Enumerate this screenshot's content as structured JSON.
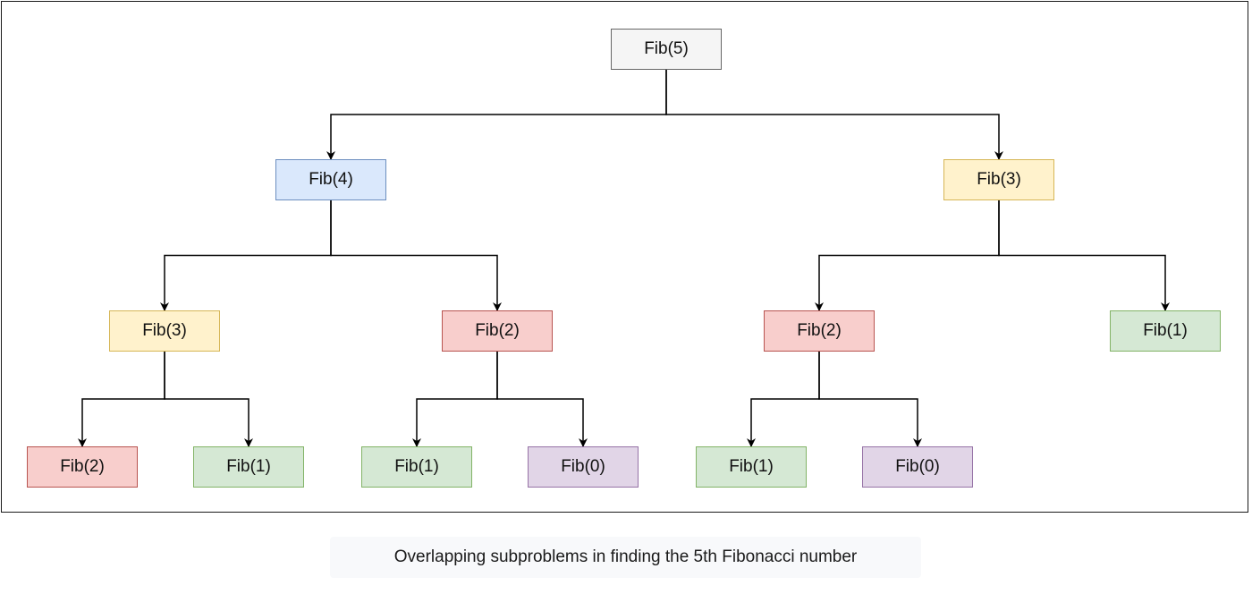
{
  "diagram": {
    "nodes": [
      {
        "id": "n5",
        "label": "Fib(5)",
        "color": "gray"
      },
      {
        "id": "n4",
        "label": "Fib(4)",
        "color": "blue"
      },
      {
        "id": "n3a",
        "label": "Fib(3)",
        "color": "yellow"
      },
      {
        "id": "n3b",
        "label": "Fib(3)",
        "color": "yellow"
      },
      {
        "id": "n2a",
        "label": "Fib(2)",
        "color": "red"
      },
      {
        "id": "n2b",
        "label": "Fib(2)",
        "color": "red"
      },
      {
        "id": "n1a",
        "label": "Fib(1)",
        "color": "green"
      },
      {
        "id": "n2c",
        "label": "Fib(2)",
        "color": "red"
      },
      {
        "id": "n1b",
        "label": "Fib(1)",
        "color": "green"
      },
      {
        "id": "n1c",
        "label": "Fib(1)",
        "color": "green"
      },
      {
        "id": "n0a",
        "label": "Fib(0)",
        "color": "purple"
      },
      {
        "id": "n1d",
        "label": "Fib(1)",
        "color": "green"
      },
      {
        "id": "n0b",
        "label": "Fib(0)",
        "color": "purple"
      }
    ],
    "edges": [
      {
        "from": "n5",
        "to": "n4"
      },
      {
        "from": "n5",
        "to": "n3a"
      },
      {
        "from": "n4",
        "to": "n3b"
      },
      {
        "from": "n4",
        "to": "n2a"
      },
      {
        "from": "n3a",
        "to": "n2b"
      },
      {
        "from": "n3a",
        "to": "n1a"
      },
      {
        "from": "n3b",
        "to": "n2c"
      },
      {
        "from": "n3b",
        "to": "n1b"
      },
      {
        "from": "n2a",
        "to": "n1c"
      },
      {
        "from": "n2a",
        "to": "n0a"
      },
      {
        "from": "n2b",
        "to": "n1d"
      },
      {
        "from": "n2b",
        "to": "n0b"
      }
    ],
    "palette": {
      "gray": {
        "fill": "#f5f5f5",
        "stroke": "#666666"
      },
      "blue": {
        "fill": "#dae8fc",
        "stroke": "#6c8ebf"
      },
      "yellow": {
        "fill": "#fff2cc",
        "stroke": "#d6b656"
      },
      "red": {
        "fill": "#f8cecc",
        "stroke": "#b85450"
      },
      "green": {
        "fill": "#d5e8d4",
        "stroke": "#82b366"
      },
      "purple": {
        "fill": "#e1d5e7",
        "stroke": "#9673a6"
      }
    }
  },
  "caption": "Overlapping subproblems in finding the 5th Fibonacci number"
}
